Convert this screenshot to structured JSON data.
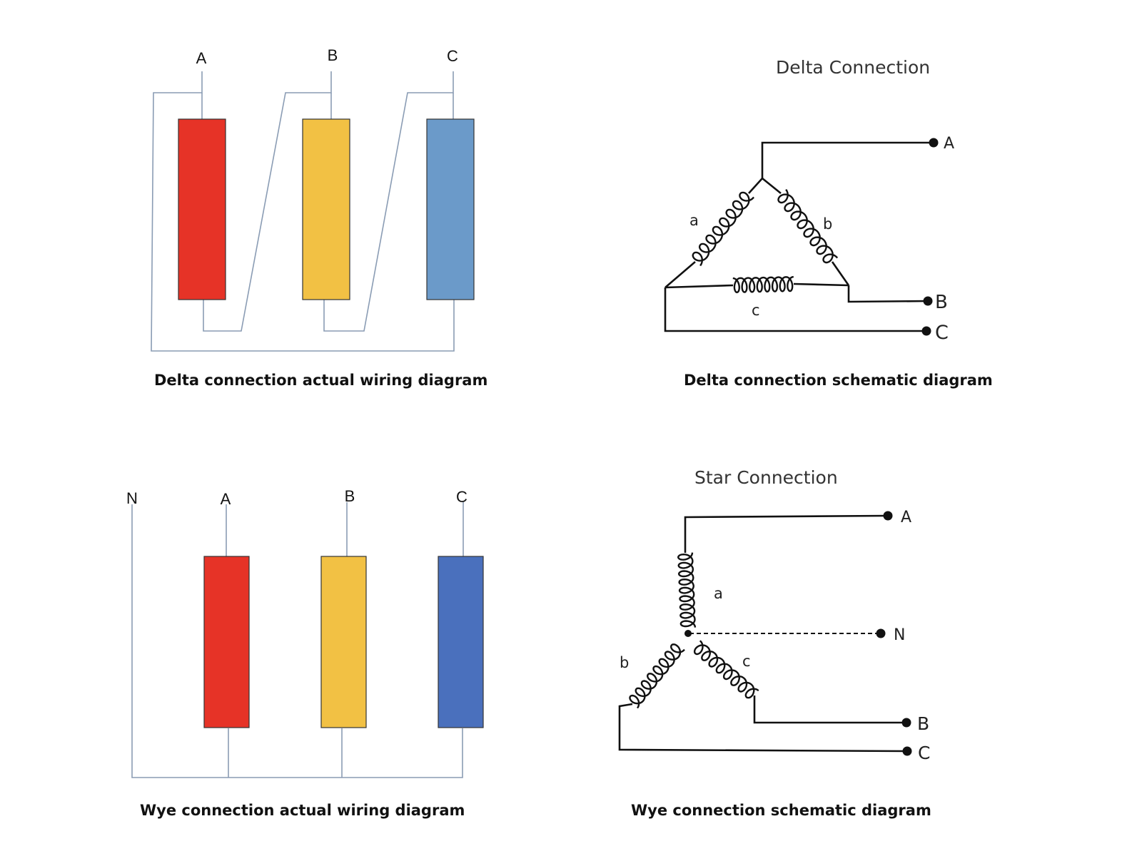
{
  "delta_actual": {
    "caption": "Delta connection actual wiring diagram",
    "terminals": [
      "A",
      "B",
      "C"
    ],
    "winding_colors": [
      "#e63327",
      "#f2c144",
      "#6b9ac9"
    ]
  },
  "delta_schematic": {
    "title": "Delta Connection",
    "caption": "Delta connection schematic diagram",
    "windings": [
      "a",
      "b",
      "c"
    ],
    "terminals": [
      "A",
      "B",
      "C"
    ]
  },
  "wye_actual": {
    "caption": "Wye connection actual wiring diagram",
    "terminals": [
      "N",
      "A",
      "B",
      "C"
    ],
    "winding_colors": [
      "#e63327",
      "#f2c144",
      "#4a70bd"
    ]
  },
  "wye_schematic": {
    "title": "Star Connection",
    "caption": "Wye connection schematic diagram",
    "windings": [
      "a",
      "b",
      "c"
    ],
    "terminals": [
      "A",
      "N",
      "B",
      "C"
    ]
  },
  "colors": {
    "thin_wire": "#8a9cb4",
    "thick_wire": "#111111",
    "winding_border": "#333333"
  }
}
